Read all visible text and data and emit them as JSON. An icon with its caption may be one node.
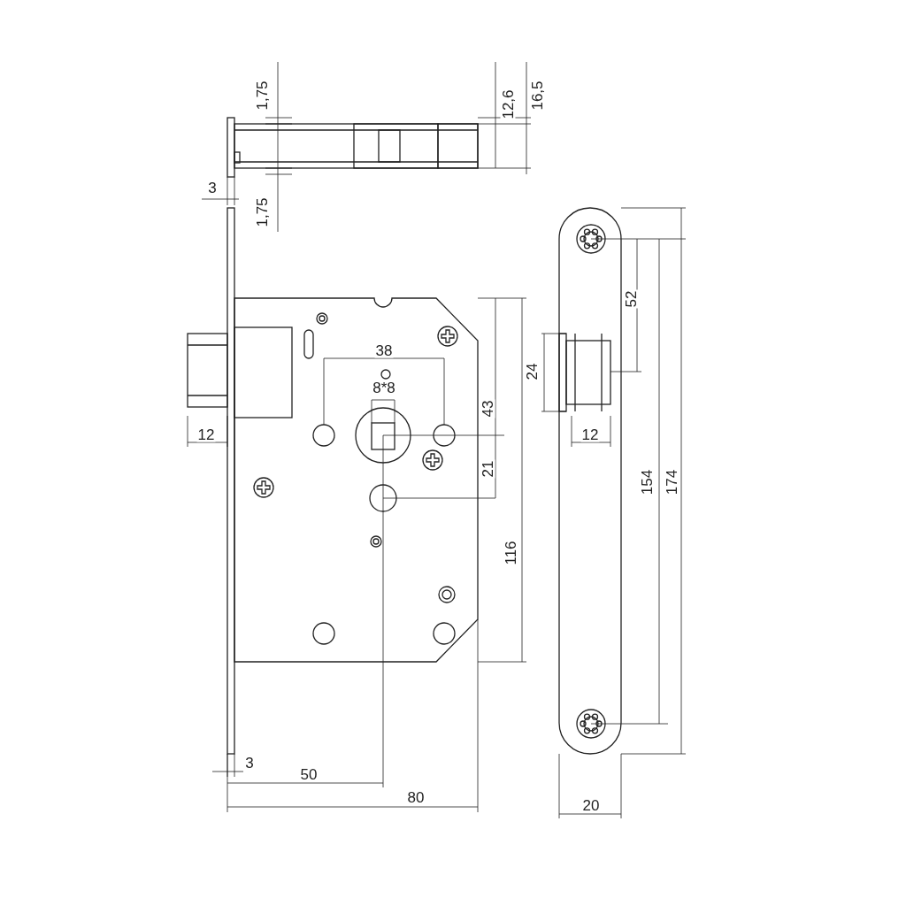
{
  "diagram": {
    "labels": [
      "1,75",
      "12,6",
      "16,5",
      "3",
      "1,75",
      "38",
      "8*8",
      "43",
      "52",
      "24",
      "12",
      "21",
      "12",
      "116",
      "154",
      "174",
      "3",
      "50",
      "80",
      "20"
    ]
  }
}
